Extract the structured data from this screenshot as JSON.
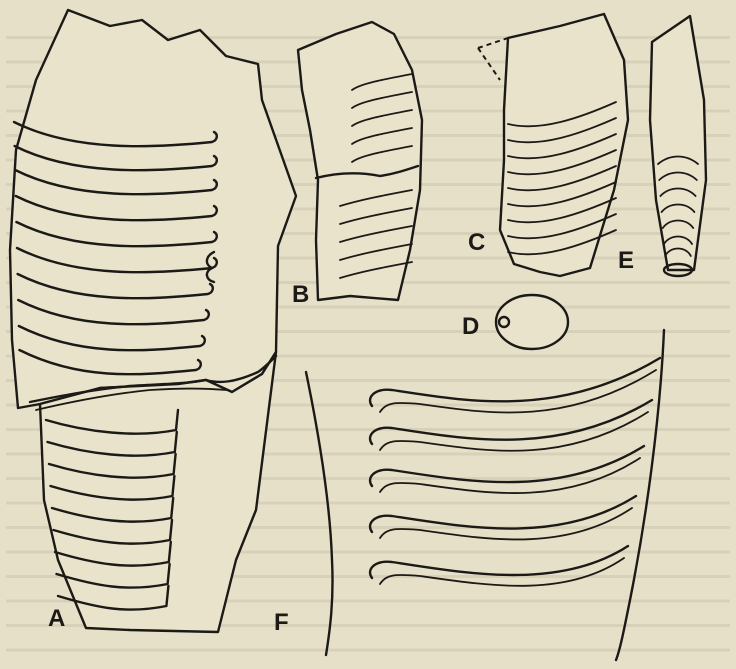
{
  "figure": {
    "labels": {
      "a": "A",
      "b": "B",
      "c": "C",
      "d": "D",
      "e": "E",
      "f": "F"
    },
    "ink_color": "#1c1a16",
    "paper_color": "#e7e0c8"
  }
}
